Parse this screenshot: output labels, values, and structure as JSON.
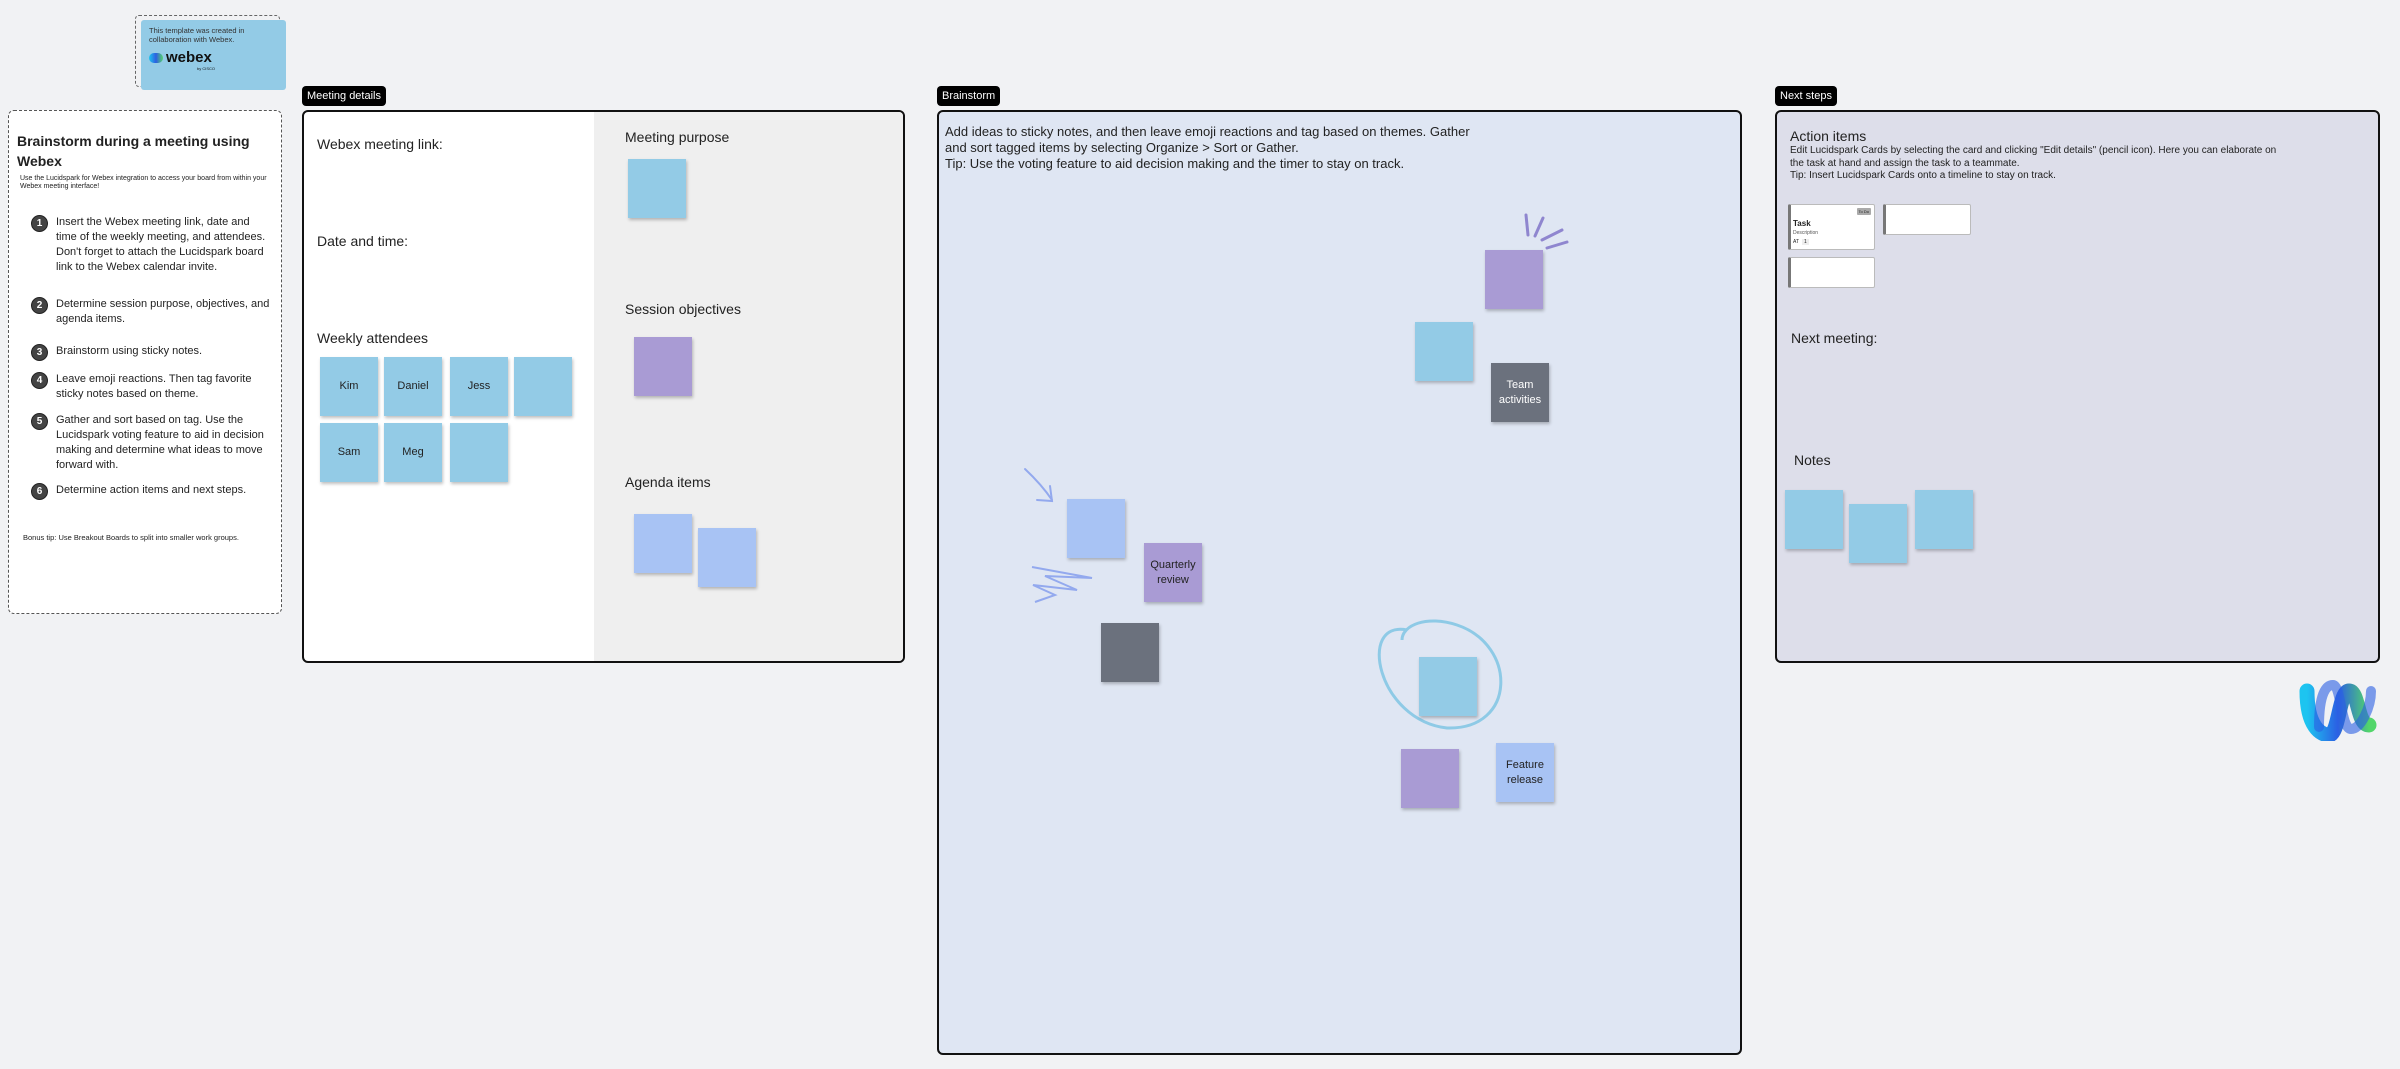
{
  "badge": {
    "text": "This template was created in collaboration with Webex.",
    "logo": "webex",
    "logo_sub": "by CISCO"
  },
  "intro": {
    "title": "Brainstorm during a meeting using Webex",
    "subtitle": "Use the Lucidspark for Webex integration to access your board from within your Webex meeting interface!",
    "steps": [
      {
        "n": "1",
        "text": "Insert the Webex meeting link, date and time of the weekly meeting, and attendees. Don't forget to attach the Lucidspark board link to the Webex calendar invite."
      },
      {
        "n": "2",
        "text": "Determine session purpose, objectives, and agenda items."
      },
      {
        "n": "3",
        "text": "Brainstorm using sticky notes."
      },
      {
        "n": "4",
        "text": "Leave emoji reactions. Then tag favorite sticky notes based on theme."
      },
      {
        "n": "5",
        "text": "Gather and sort based on tag. Use the Lucidspark voting feature to aid in decision making and determine what ideas to move forward with."
      },
      {
        "n": "6",
        "text": "Determine action items and next steps."
      }
    ],
    "bonus": "Bonus tip: Use Breakout Boards to split into smaller work groups."
  },
  "meeting": {
    "tag": "Meeting details",
    "link_label": "Webex meeting link:",
    "date_label": "Date and time:",
    "attendees_label": "Weekly attendees",
    "attendees": [
      "Kim",
      "Daniel",
      "Jess",
      "",
      "Sam",
      "Meg",
      ""
    ],
    "purpose_label": "Meeting purpose",
    "objectives_label": "Session objectives",
    "agenda_label": "Agenda items"
  },
  "brainstorm": {
    "tag": "Brainstorm",
    "instructions": "Add ideas to sticky notes, and then leave emoji reactions and tag based on themes. Gather and sort tagged items by selecting Organize > Sort or Gather.\nTip: Use the voting feature to aid decision making and the timer to stay on track.",
    "stickies": [
      "Team activities",
      "Quarterly review",
      "Feature release"
    ]
  },
  "next": {
    "tag": "Next steps",
    "action_label": "Action items",
    "action_text": "Edit Lucidspark Cards by selecting the card and clicking \"Edit details\" (pencil icon). Here you can elaborate on the task at hand and assign the task to a teammate.\nTip: Insert Lucidspark Cards onto a timeline to stay on track.",
    "card": {
      "status": "To Do",
      "title": "Task",
      "description": "Description",
      "assignee": "AT",
      "points": "1"
    },
    "meeting_label": "Next meeting:",
    "notes_label": "Notes"
  },
  "colors": {
    "sticky_blue": "#93cbe6",
    "sticky_purple": "#a99bd4",
    "sticky_gray": "#6b717d",
    "sticky_periwinkle": "#a8c3f4"
  }
}
